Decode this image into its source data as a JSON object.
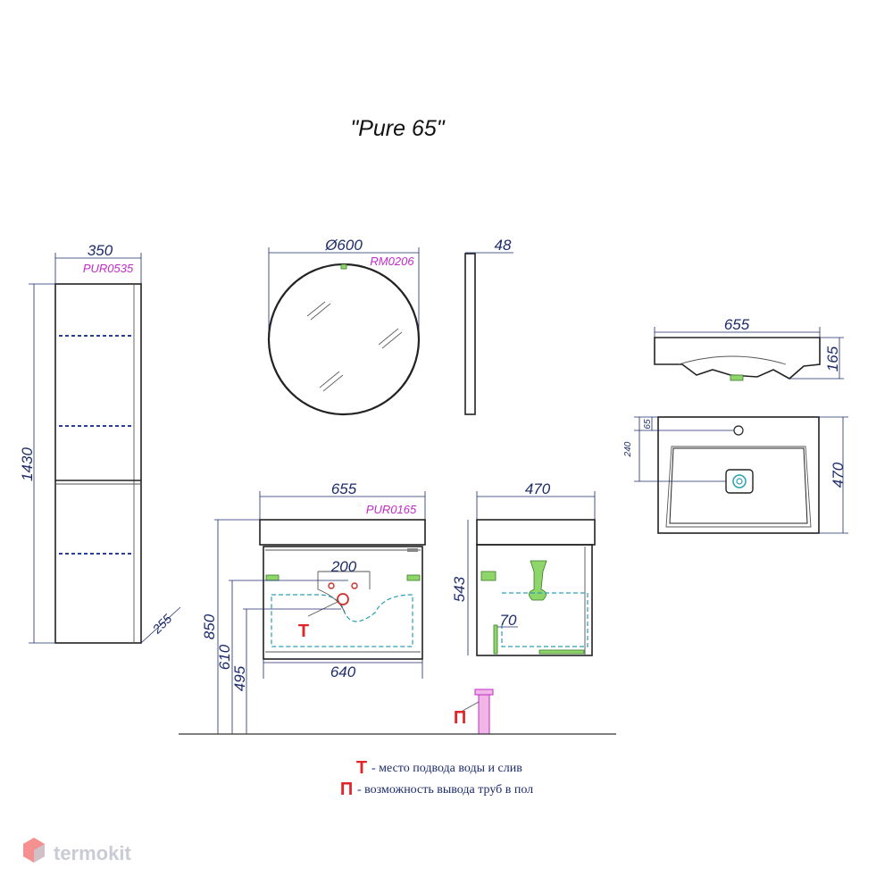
{
  "title": "\"Pure 65\"",
  "pencil_case": {
    "code": "PUR0535",
    "width": "350",
    "height": "1430",
    "depth": "255"
  },
  "mirror": {
    "code": "RM0206",
    "diameter": "Ø600",
    "thickness": "48"
  },
  "washbasin": {
    "width": "655",
    "height": "165",
    "depth": "470",
    "tap_offset": "65",
    "drain_offset": "240"
  },
  "cabinet": {
    "code": "PUR0165",
    "width": "655",
    "depth": "470",
    "inner_width": "640",
    "cutout_width": "200",
    "side_height": "543",
    "side_offset": "70",
    "height_total": "850",
    "height_610": "610",
    "height_495": "495"
  },
  "legend": {
    "t_marker": "Т",
    "t_text": "- место подвода воды и слив",
    "p_marker": "П",
    "p_text": "- возможность вывода труб в пол"
  },
  "markers": {
    "t": "Т",
    "p": "П"
  },
  "watermark": {
    "text": "termokit"
  }
}
